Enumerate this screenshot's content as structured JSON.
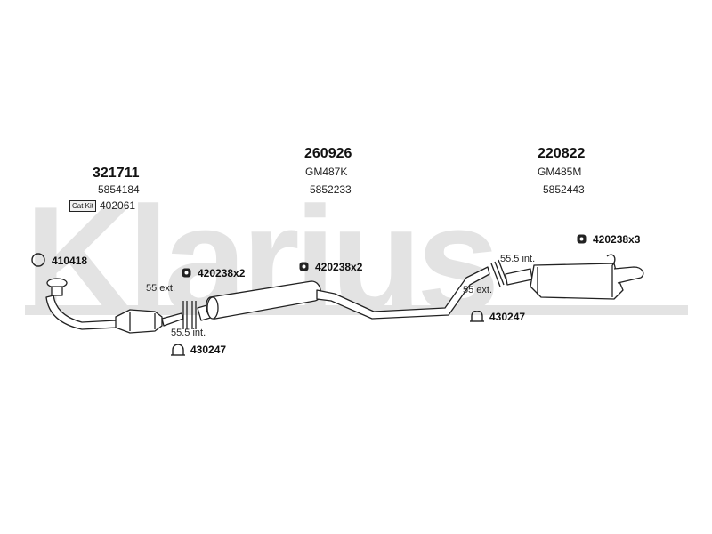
{
  "watermark": {
    "brand": "Klarius"
  },
  "groups": {
    "front": {
      "part": "321711",
      "oe": "5854184",
      "kit_label": "Cat Kit",
      "kit_ref": "402061"
    },
    "middle": {
      "part": "260926",
      "code": "GM487K",
      "oe": "5852233"
    },
    "rear": {
      "part": "220822",
      "code": "GM485M",
      "oe": "5852443"
    }
  },
  "refs": {
    "gasket": "410418",
    "mount_front": "420238x2",
    "mount_mid": "420238x2",
    "mount_rear": "420238x3",
    "clamp_front": "430247",
    "clamp_rear": "430247"
  },
  "dims": {
    "front_ext": "55 ext.",
    "front_int": "55.5 int.",
    "rear_int": "55.5 int.",
    "rear_ext": "55 ext."
  },
  "icons": {
    "gasket": "ring-gasket-icon",
    "mount": "rubber-mount-icon",
    "clamp": "pipe-clamp-icon"
  },
  "colors": {
    "watermark": "#e3e3e3",
    "line": "#222222",
    "part_fill": "#ffffff"
  }
}
